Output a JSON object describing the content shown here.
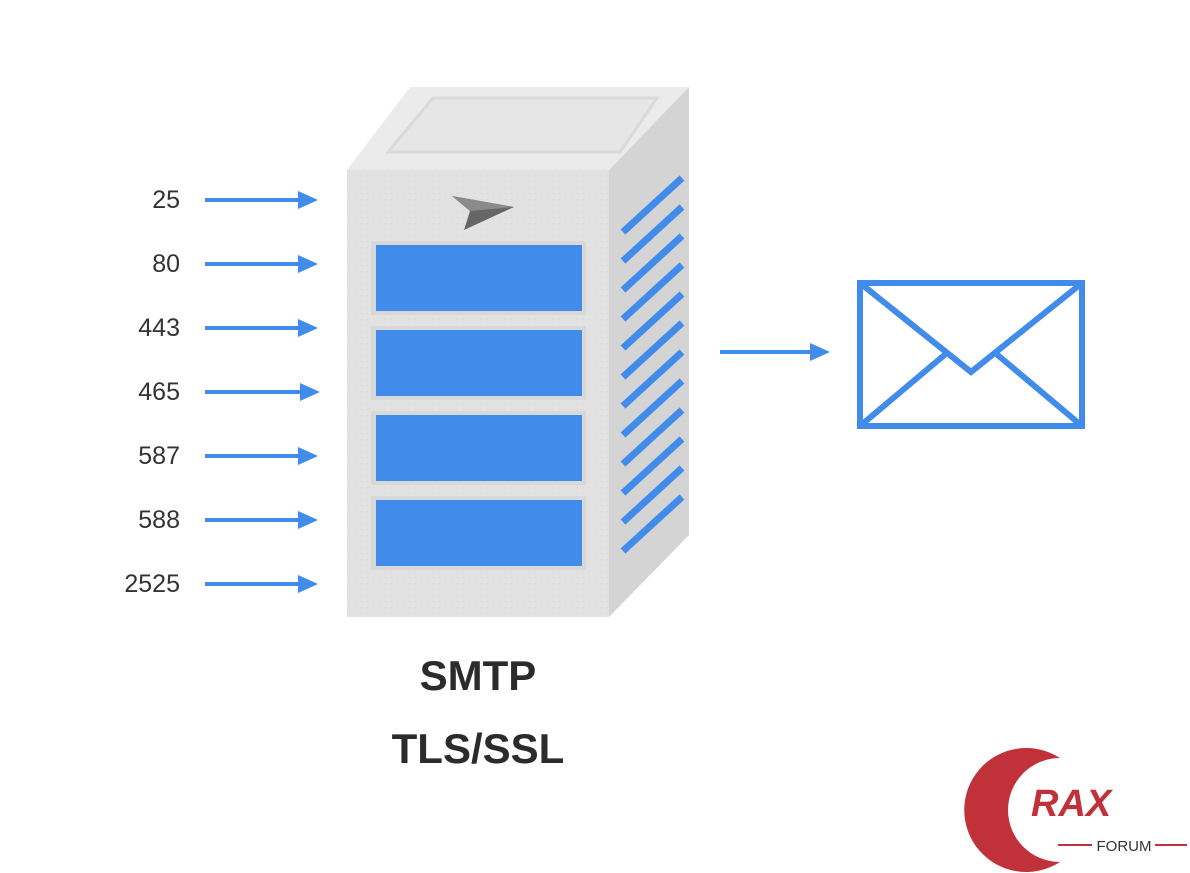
{
  "ports": [
    "25",
    "80",
    "443",
    "465",
    "587",
    "588",
    "2525"
  ],
  "caption": {
    "line1": "SMTP",
    "line2": "TLS/SSL"
  },
  "logo": {
    "brand": "RAX",
    "sub": "FORUM"
  },
  "colors": {
    "accent_blue": "#418BEA",
    "server_front": "#E2E2E2",
    "server_top": "#EBEBEB",
    "server_side": "#D2D2D2",
    "text": "#333333",
    "logo_red": "#C1313A"
  },
  "icons": {
    "server": "server-tower-icon",
    "send": "paper-plane-icon",
    "mail": "envelope-icon",
    "arrow": "arrow-right-icon"
  }
}
